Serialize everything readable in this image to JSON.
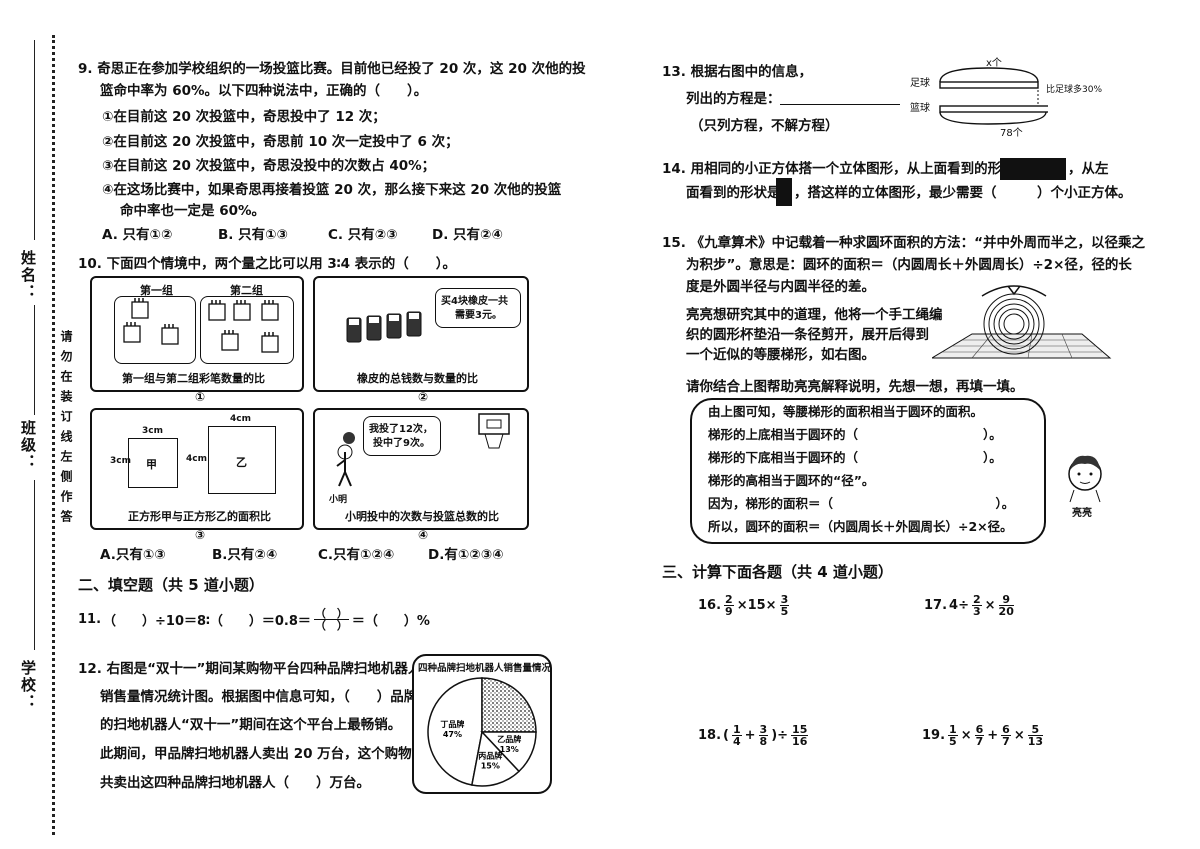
{
  "margin": {
    "name_label": "姓名：",
    "class_label": "班级：",
    "school_label": "学校：",
    "notice": "请勿在装订线左侧作答"
  },
  "q9": {
    "line1": "9. 奇思正在参加学校组织的一场投篮比赛。目前他已经投了 20 次，这 20 次他的投",
    "line2": "篮命中率为 60%。以下四种说法中，正确的（　　）。",
    "s1": "①在目前这 20 次投篮中，奇思投中了 12 次；",
    "s2": "②在目前这 20 次投篮中，奇思前 10 次一定投中了 6 次；",
    "s3": "③在目前这 20 次投篮中，奇思没投中的次数占 40%；",
    "s4a": "④在这场比赛中，如果奇思再接着投篮 20 次，那么接下来这 20 次他的投篮",
    "s4b": "命中率也一定是 60%。",
    "optA": "A. 只有①②",
    "optB": "B. 只有①③",
    "optC": "C. 只有②③",
    "optD": "D. 只有②④"
  },
  "q10": {
    "stem": "10. 下面四个情境中，两个量之比可以用 3∶4 表示的（　　）。",
    "p1": {
      "group1": "第一组",
      "group2": "第二组",
      "caption": "第一组与第二组彩笔数量的比",
      "num": "①"
    },
    "p2": {
      "speech1": "买4块橡皮一共",
      "speech2": "需要3元。",
      "caption": "橡皮的总钱数与数量的比",
      "num": "②"
    },
    "p3": {
      "w1": "3cm",
      "h1": "3cm",
      "w2": "4cm",
      "h2": "4cm",
      "label1": "甲",
      "label2": "乙",
      "caption": "正方形甲与正方形乙的面积比",
      "num": "③"
    },
    "p4": {
      "speech1": "我投了12次，",
      "speech2": "投中了9次。",
      "person": "小明",
      "caption": "小明投中的次数与投篮总数的比",
      "num": "④"
    },
    "optA": "A.只有①③",
    "optB": "B.只有②④",
    "optC": "C.只有①②④",
    "optD": "D.有①②③④"
  },
  "section2": "二、填空题（共 5 道小题）",
  "q11": {
    "num": "11.",
    "part1": "（　　）÷10＝8∶（　　）＝0.8＝",
    "frac_num": "（　）",
    "frac_den": "（　）",
    "part2": "＝（　　）%"
  },
  "q12": {
    "l1": "12. 右图是“双十一”期间某购物平台四种品牌扫地机器人",
    "l2": "销售量情况统计图。根据图中信息可知，（　　）品牌",
    "l3": "的扫地机器人“双十一”期间在这个平台上最畅销。",
    "l4": "此期间，甲品牌扫地机器人卖出 20 万台，这个购物平台",
    "l5": "共卖出这四种品牌扫地机器人（　　）万台。"
  },
  "chart_data": {
    "type": "pie",
    "title": "四种品牌扫地机器人销售量情况",
    "slices": [
      {
        "name": "丁品牌",
        "value": 47,
        "label": "47%"
      },
      {
        "name": "甲品牌",
        "value": 25,
        "label": ""
      },
      {
        "name": "乙品牌",
        "value": 13,
        "label": "13%"
      },
      {
        "name": "丙品牌",
        "value": 15,
        "label": "15%"
      }
    ]
  },
  "q13": {
    "l1": "13. 根据右图中的信息，",
    "l2": "列出的方程是：",
    "l3": "（只列方程，不解方程）",
    "football": "足球",
    "basketball": "篮球",
    "x": "x个",
    "more": "比足球多30%",
    "total": "78个"
  },
  "q14": {
    "l1a": "14. 用相同的小正方体搭一个立体图形，从上面看到的形状是",
    "l1b": "，从左",
    "l2a": "面看到的形状是",
    "l2b": "，搭这样的立体图形，最少需要（　　　）个小正方体。"
  },
  "q15": {
    "l1": "15. 《九章算术》中记载着一种求圆环面积的方法：“并中外周而半之，以径乘之",
    "l2": "为积步”。意思是：圆环的面积＝（内圆周长＋外圆周长）÷2×径，径的长",
    "l3": "度是外圆半径与内圆半径的差。",
    "p1": "亮亮想研究其中的道理，他将一个手工绳编",
    "p2": "织的圆形杯垫沿一条径剪开，展开后得到",
    "p3": "一个近似的等腰梯形，如右图。",
    "instr": "请你结合上图帮助亮亮解释说明，先想一想，再填一填。",
    "b1": "由上图可知，等腰梯形的面积相当于圆环的面积。",
    "b2": "梯形的上底相当于圆环的（　　　　　　　　　　）。",
    "b3": "梯形的下底相当于圆环的（　　　　　　　　　　）。",
    "b4": "梯形的高相当于圆环的“径”。",
    "b5": "因为，梯形的面积＝（　　　　　　　　　　　　　）。",
    "b6": "所以，圆环的面积＝（内圆周长＋外圆周长）÷2×径。",
    "person": "亮亮"
  },
  "section3": "三、计算下面各题（共 4 道小题）",
  "q16": {
    "num": "16.",
    "a_n": "2",
    "a_d": "9",
    "mid": "×15×",
    "b_n": "3",
    "b_d": "5"
  },
  "q17": {
    "num": "17.",
    "pre": "4÷",
    "a_n": "2",
    "a_d": "3",
    "mid": "×",
    "b_n": "9",
    "b_d": "20"
  },
  "q18": {
    "num": "18.",
    "lp": "(",
    "a_n": "1",
    "a_d": "4",
    "plus": "+",
    "b_n": "3",
    "b_d": "8",
    "rp": ")÷",
    "c_n": "15",
    "c_d": "16"
  },
  "q19": {
    "num": "19.",
    "a_n": "1",
    "a_d": "5",
    "op1": "×",
    "b_n": "6",
    "b_d": "7",
    "op2": "+",
    "c_n": "6",
    "c_d": "7",
    "op3": "×",
    "d_n": "5",
    "d_d": "13"
  }
}
